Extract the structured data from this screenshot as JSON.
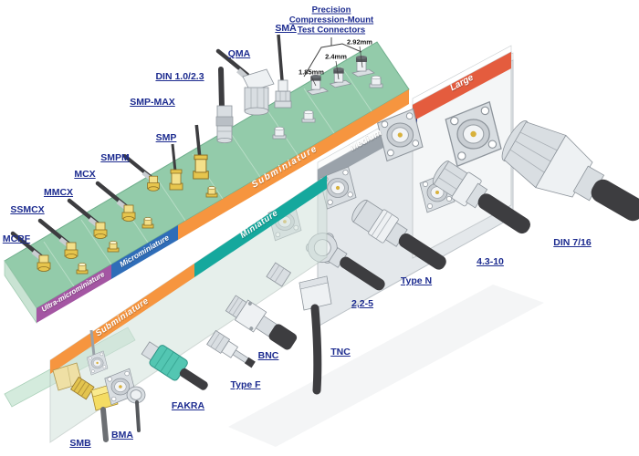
{
  "header": {
    "title_line1": "Precision",
    "title_line2": "Compression-Mount",
    "title_line3": "Test Connectors",
    "sizes": [
      "1.85mm",
      "2.4mm",
      "2.92mm"
    ]
  },
  "bands": [
    {
      "id": "ultra-microminiature",
      "label": "Ultra-microminiature",
      "color": "#a456a3"
    },
    {
      "id": "microminiature",
      "label": "Microminiature",
      "color": "#2f6db8"
    },
    {
      "id": "subminiature-top",
      "label": "Subminiature",
      "color": "#f6953f"
    },
    {
      "id": "subminiature-front",
      "label": "Subminiature",
      "color": "#f6953f"
    },
    {
      "id": "miniature",
      "label": "Miniature",
      "color": "#15a89d"
    },
    {
      "id": "medium",
      "label": "Medium",
      "color": "#9aa2aa"
    },
    {
      "id": "large",
      "label": "Large",
      "color": "#e45c3e"
    }
  ],
  "connectors": [
    {
      "label": "MCRF"
    },
    {
      "label": "SSMCX"
    },
    {
      "label": "MMCX"
    },
    {
      "label": "MCX"
    },
    {
      "label": "SMPM"
    },
    {
      "label": "SMP"
    },
    {
      "label": "SMP-MAX"
    },
    {
      "label": "DIN 1.0/2.3"
    },
    {
      "label": "QMA"
    },
    {
      "label": "SMA"
    },
    {
      "label": "SMB"
    },
    {
      "label": "BMA"
    },
    {
      "label": "FAKRA"
    },
    {
      "label": "Type F"
    },
    {
      "label": "BNC"
    },
    {
      "label": "TNC"
    },
    {
      "label": "2,2-5"
    },
    {
      "label": "Type N"
    },
    {
      "label": "4.3-10"
    },
    {
      "label": "DIN 7/16"
    }
  ],
  "colors": {
    "label_text": "#1c2b8f",
    "board_green": "#93cbaa",
    "cable_black": "#3d3d40",
    "gold": "#e6c54d",
    "silver": "#d9dee2",
    "fakra_teal": "#53c6b2"
  }
}
